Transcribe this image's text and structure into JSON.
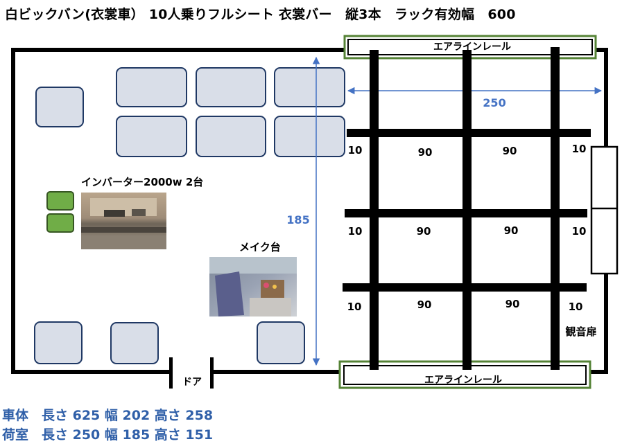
{
  "title": "白ビックバン(衣裳車） 10人乗りフルシート 衣裳バー　縦3本　ラック有効幅　600",
  "labels": {
    "airline_top": "エアラインレール",
    "airline_bottom": "エアラインレール",
    "width_dim": "250",
    "height_dim": "185",
    "inverter": "インバーター2000w 2台",
    "makeup": "メイク台",
    "door": "ドア",
    "rear_door": "観音扉"
  },
  "rack_numbers": {
    "row1": [
      "10",
      "90",
      "90",
      "10"
    ],
    "row2": [
      "10",
      "90",
      "90",
      "10"
    ],
    "row3": [
      "10",
      "90",
      "90",
      "10"
    ]
  },
  "specs": {
    "body": "車体　長さ 625 幅 202 高さ 258",
    "cargo": "荷室　長さ 250 幅 185 高さ 151"
  },
  "colors": {
    "seat_fill": "#d9dee8",
    "seat_stroke": "#1f3864",
    "green": "#70ad47",
    "rail_border": "#548235",
    "dimension_blue": "#4472c4"
  }
}
